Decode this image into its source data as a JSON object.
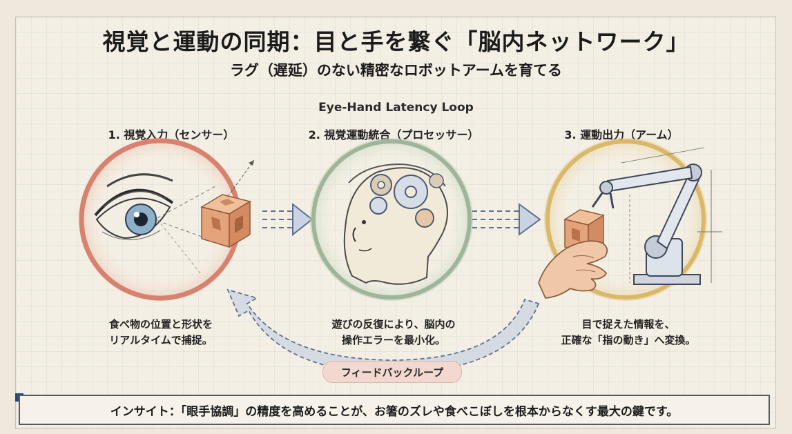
{
  "title": "視覚と運動の同期：目と手を繋ぐ「脳内ネットワーク」",
  "subtitle": "ラグ（遅延）のない精密なロボットアームを育てる",
  "loop_label": "Eye-Hand Latency Loop",
  "steps": [
    {
      "title": "1. 視覚入力（センサー）",
      "caption_line1": "食べ物の位置と形状を",
      "caption_line2": "リアルタイムで捕捉。"
    },
    {
      "title": "2. 視覚運動統合（プロセッサー）",
      "caption_line1": "遊びの反復により、脳内の",
      "caption_line2": "操作エラーを最小化。"
    },
    {
      "title": "3. 運動出力（アーム）",
      "caption_line1": "目で捉えた情報を、",
      "caption_line2": "正確な「指の動き」へ変換。"
    }
  ],
  "feedback_label": "フィードバックループ",
  "insight": "インサイト：「眼手協調」の精度を高めることが、お箸のズレや食べこぼしを根本からなくす最大の鍵です。",
  "colors": {
    "eye_ring": "#d7826f",
    "brain_ring": "#9fb59a",
    "arm_ring": "#d9b86a",
    "arrow_fill": "#c9d3e3",
    "accent_square": "#234a7a"
  },
  "icons": [
    "eye-icon",
    "cube-icon",
    "brain-gears-icon",
    "robot-arm-icon",
    "hand-icon"
  ]
}
